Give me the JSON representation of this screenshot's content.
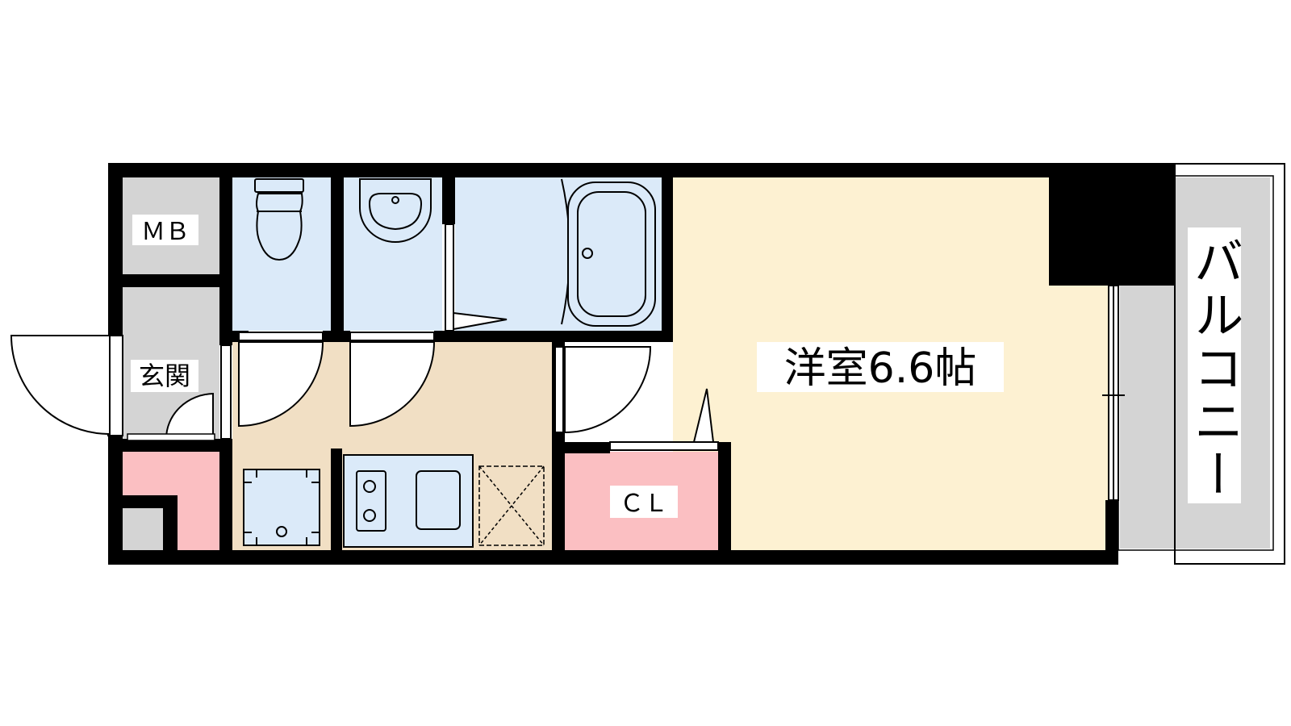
{
  "labels": {
    "mb": "ＭＢ",
    "genkan": "玄関",
    "western_room": "洋室6.6帖",
    "closet": "ＣＬ",
    "balcony": "バルコニー"
  },
  "colors": {
    "wall": "#000000",
    "western_room": "#fdf1d2",
    "wet_area": "#dbeaf9",
    "kitchen_floor": "#f1dfc4",
    "storage": "#fbbfc2",
    "utility": "#d4d4d4",
    "balcony": "#d4d4d4",
    "background": "#ffffff"
  }
}
